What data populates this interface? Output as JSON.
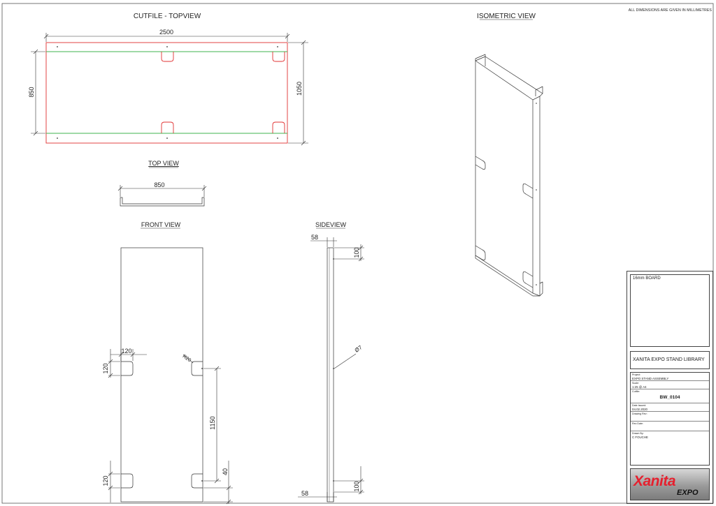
{
  "drawing": {
    "dimensions_note": "ALL DIMENSIONS ARE GIVEN IN MILLIMETRES",
    "views": {
      "cutfile_title": "CUTFILE - TOPVIEW",
      "isometric_title": "ISOMETRIC VIEW",
      "top_title": "TOP VIEW",
      "front_title": "FRONT VIEW",
      "side_title": "SIDEVIEW"
    },
    "cutfile_dims": {
      "length": "2500",
      "inner": "850",
      "height": "1050"
    },
    "top_dims": {
      "width": "850"
    },
    "front_dims": {
      "notch_w": "120",
      "notch_h": "120",
      "radius": "R20",
      "spacing": "1150",
      "bottom_offset": "40",
      "bottom_notch_h": "120"
    },
    "side_dims": {
      "top_w": "58",
      "top_h": "100",
      "hole": "Ø7",
      "bottom_w": "58",
      "bottom_h": "100"
    }
  },
  "title_block": {
    "material": "16mm BOARD",
    "library": "XANITA EXPO STAND LIBRARY",
    "project_label": "Project:",
    "project": "EXPO STAND ASSEMBLY",
    "scale_label": "Scale:",
    "scale": "1:25 @ A4",
    "cutfile_label": "Cutfile:",
    "cutfile": "BW_0104",
    "date_label": "Date Issued:",
    "date": "04.02.2020",
    "drawing_rev_label": "Drawing Rev:",
    "rev_date_label": "Rev Date:",
    "drawn_by_label": "Drawn By:",
    "drawn_by": "C FOUCHE",
    "logo_main": "Xanita",
    "logo_sub": "EXPO"
  },
  "colors": {
    "cut_line": "#e03030",
    "fold_line": "#3fb34f",
    "line": "#333333"
  }
}
